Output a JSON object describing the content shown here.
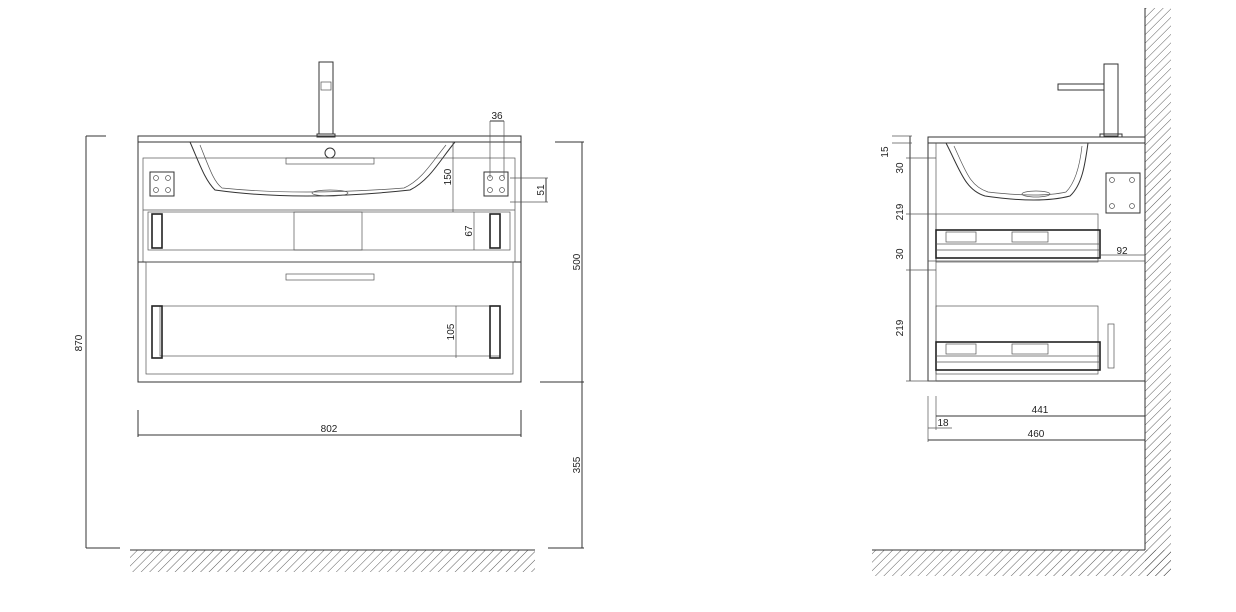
{
  "front_view": {
    "dimensions": {
      "total_height": "870",
      "cabinet_height": "500",
      "floor_clearance": "355",
      "width": "802",
      "hinge_offset": "36",
      "hinge_height": "51",
      "basin_depth": "150",
      "top_drawer_depth": "67",
      "bottom_drawer_depth": "105"
    }
  },
  "side_view": {
    "dimensions": {
      "top_thickness": "15",
      "front_gap_top": "30",
      "top_drawer_height": "219",
      "front_gap_mid": "30",
      "bottom_drawer_height": "219",
      "rail_offset": "92",
      "inner_depth": "441",
      "panel_thickness": "18",
      "total_depth": "460"
    }
  }
}
